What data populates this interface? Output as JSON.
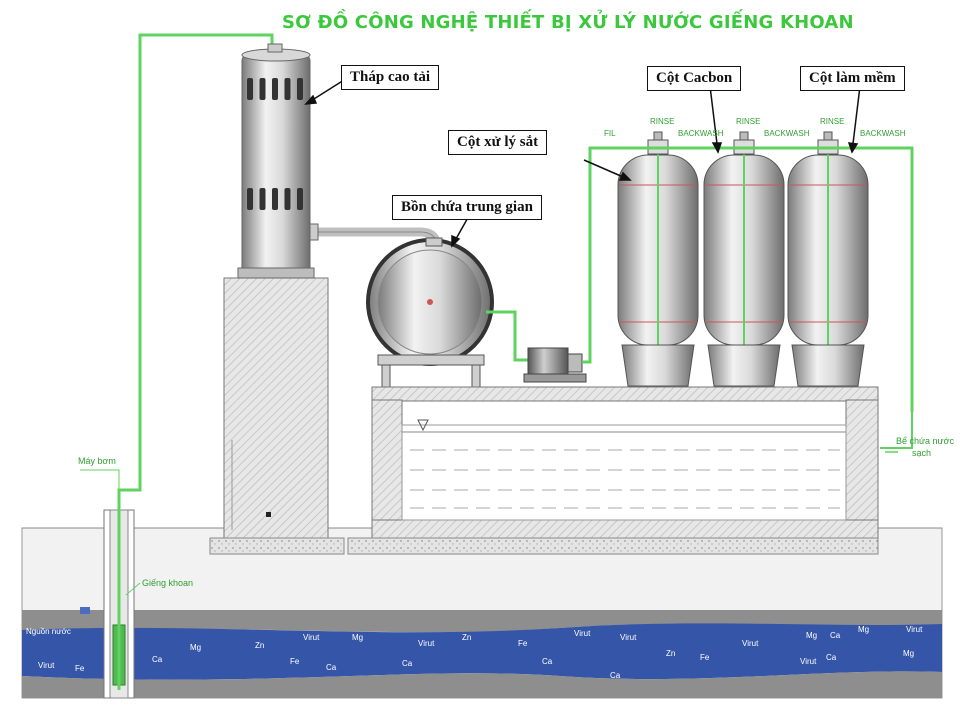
{
  "title": "SƠ ĐỒ CÔNG NGHỆ THIẾT BỊ XỬ LÝ NƯỚC GIẾNG KHOAN",
  "callouts": {
    "thap_cao_tai": "Tháp cao tải",
    "cot_cacbon": "Cột Cacbon",
    "cot_lam_mem": "Cột làm mềm",
    "cot_xu_ly_sat": "Cột xử lý sắt",
    "bon_chua": "Bồn chứa trung gian"
  },
  "labels": {
    "may_bom": "Máy bơm",
    "gieng_khoan": "Giếng khoan",
    "nguon_nuoc": "Nguồn nước",
    "be_chua_1": "Bể chứa nước",
    "be_chua_2": "sạch"
  },
  "valve_labels": {
    "fil": "FIL",
    "rinse": "RINSE",
    "backwash": "BACKWASH"
  },
  "groundwater_tags": [
    "Virut",
    "Fe",
    "Ca",
    "Mg",
    "Zn",
    "Fe",
    "Ca",
    "Virut",
    "Mg",
    "Ca",
    "Zn",
    "Virut",
    "Ca",
    "Fe",
    "Virut",
    "Ca",
    "Virut",
    "Zn",
    "Fe",
    "Virut",
    "Mg",
    "Virut",
    "Ca",
    "Mg",
    "Ca",
    "Virut",
    "Mg"
  ],
  "colors": {
    "title_green": "#3cc83c",
    "pipe_green": "#5fd35f",
    "water_blue": "#3556a8",
    "ground_gray": "#8e8e8e"
  }
}
